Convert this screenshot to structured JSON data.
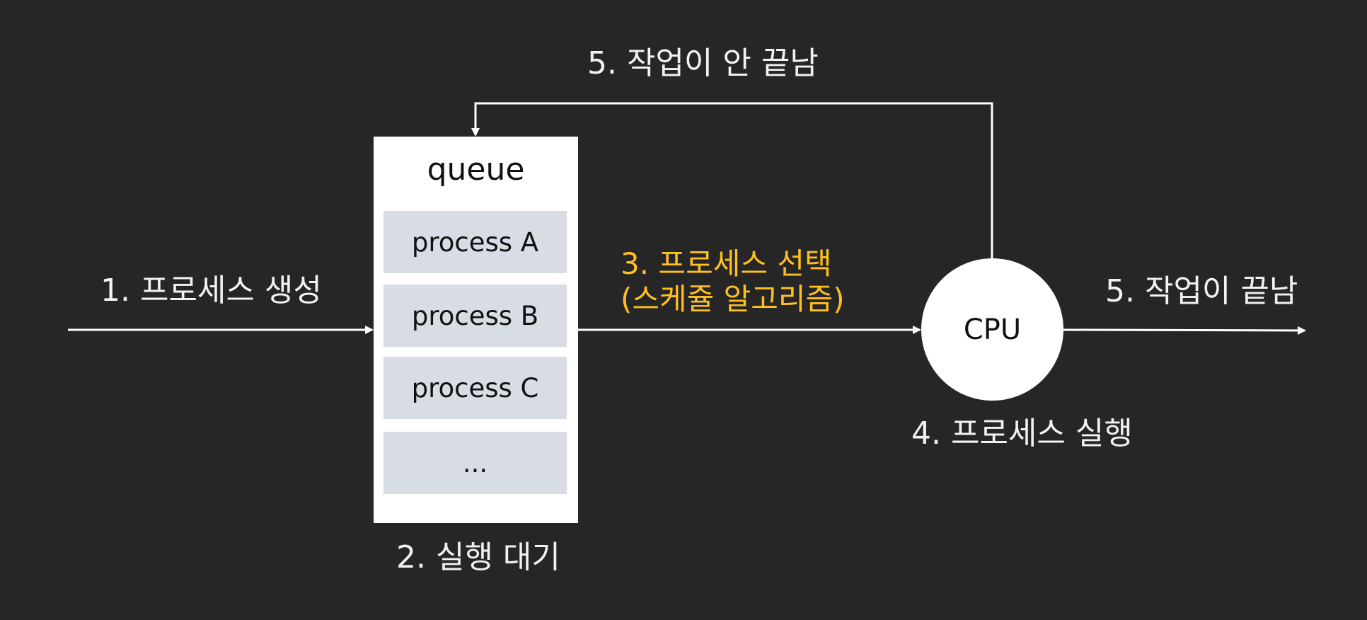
{
  "labels": {
    "create": "1. 프로세스 생성",
    "wait": "2. 실행 대기",
    "select_line1": "3. 프로세스 선택",
    "select_line2": "(스케쥴 알고리즘)",
    "run": "4. 프로세스 실행",
    "not_done": "5. 작업이 안 끝남",
    "done": "5. 작업이 끝남"
  },
  "queue": {
    "title": "queue",
    "items": [
      "process A",
      "process B",
      "process C",
      "..."
    ]
  },
  "cpu": {
    "label": "CPU"
  },
  "colors": {
    "background": "#262626",
    "accent": "#ffbf1f",
    "box": "#ffffff",
    "item": "#d8dce4",
    "line": "#ffffff"
  }
}
